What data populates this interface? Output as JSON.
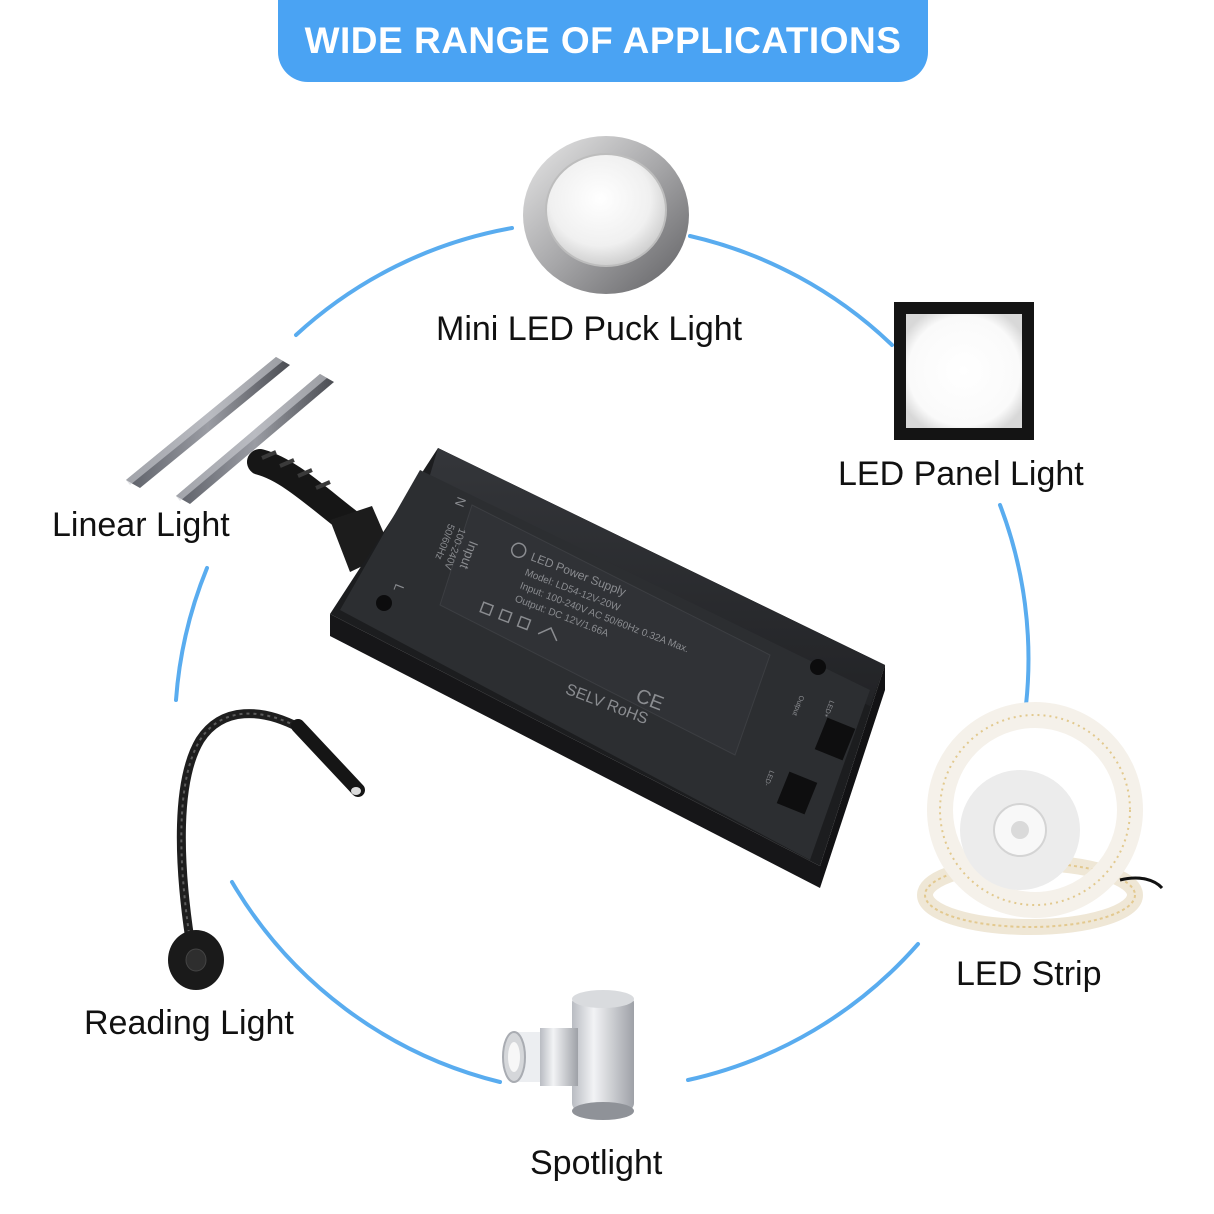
{
  "banner": {
    "title": "WIDE RANGE OF APPLICATIONS"
  },
  "applications": {
    "puck": "Mini LED Puck Light",
    "panel": "LED Panel Light",
    "linear": "Linear Light",
    "strip": "LED Strip",
    "reading": "Reading Light",
    "spot": "Spotlight"
  },
  "device": {
    "brand_line": "LED Power Supply",
    "model": "Model: LD54-12V-20W",
    "input": "Input: 100-240V AC 50/60Hz 0.32A Max.",
    "output": "Output: DC 12V/1.66A",
    "certs": "SELV RoHS",
    "ce_mark": "CE",
    "input_label": "Input",
    "input_volt": "100-240V",
    "input_freq": "50/60Hz",
    "n_mark": "N",
    "l_mark": "L",
    "output_label": "Output",
    "led_plus": "LED+",
    "led_minus": "LED-"
  },
  "colors": {
    "banner": "#4aa3f3",
    "circle": "#59acef",
    "device_body": "#2a2c2f"
  }
}
